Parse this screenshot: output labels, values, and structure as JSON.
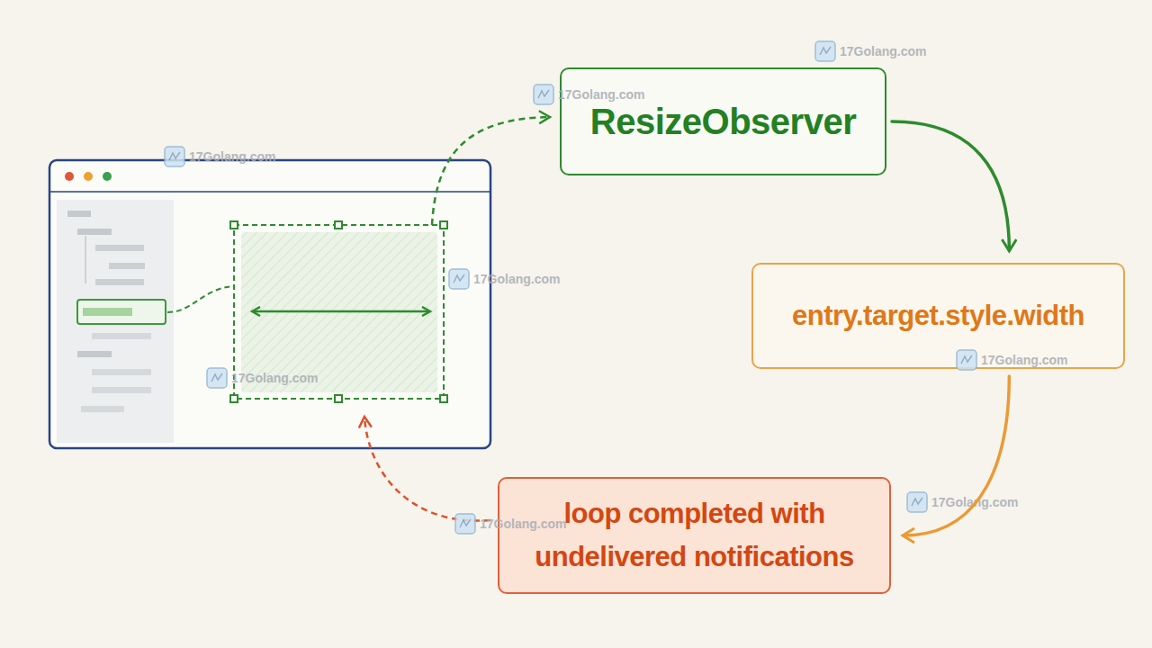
{
  "diagram": {
    "nodes": [
      {
        "text": [
          "ResizeObserver"
        ]
      },
      {
        "text": [
          "entry.target.style.width"
        ]
      },
      {
        "text": [
          "loop completed with undelivered notifications"
        ]
      }
    ],
    "edges": [
      {
        "from": 0,
        "to": 1,
        "arrow": "to"
      },
      {
        "from": 1,
        "to": 2,
        "arrow": "to"
      }
    ],
    "labels": [
      "17Golang.com",
      "17Golang.com",
      "17Golang.com",
      "17Golang.com",
      "17Golang.com",
      "17Golang.com",
      "17Golang.com",
      "17Golang.com"
    ]
  }
}
